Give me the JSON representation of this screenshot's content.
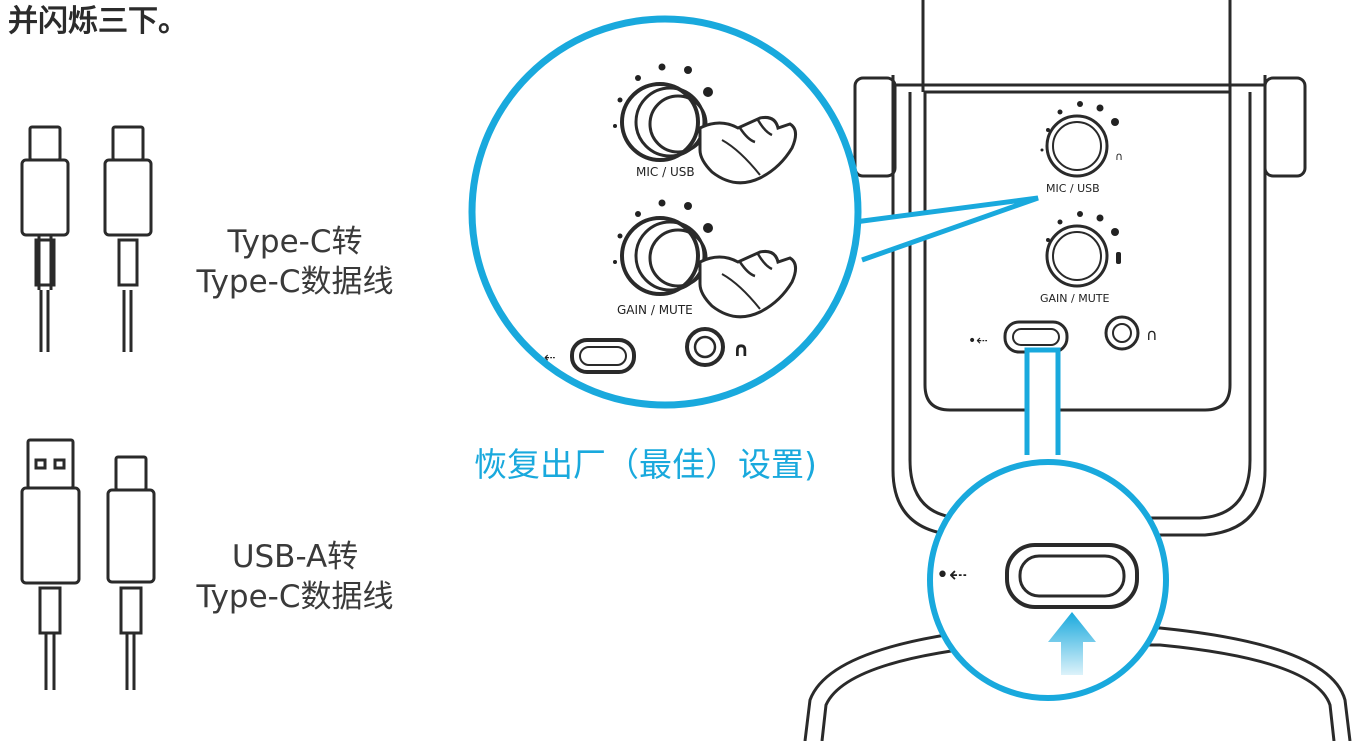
{
  "heading": "并闪烁三下。",
  "cables": [
    {
      "line1": "Type-C转",
      "line2": "Type-C数据线"
    },
    {
      "line1": "USB-A转",
      "line2": "Type-C数据线"
    }
  ],
  "reset_label": "恢复出厂（最佳）设置)",
  "knobs": {
    "mic_usb": "MIC / USB",
    "gain_mute": "GAIN / MUTE"
  },
  "colors": {
    "accent": "#19a9dd",
    "line": "#2a2a2a"
  }
}
